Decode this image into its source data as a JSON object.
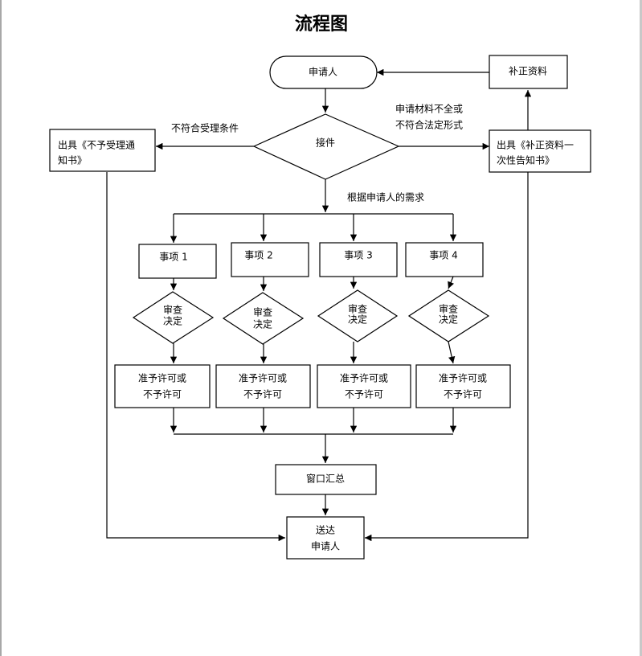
{
  "title": "流程图",
  "nodes": {
    "applicant": "申请人",
    "supplement": "补正资料",
    "accept": "接件",
    "reject_notice": [
      "出具《不予受理通",
      "知书》"
    ],
    "supplement_notice": [
      "出具《补正资料一",
      "次性告知书》"
    ],
    "items": [
      "事项 1",
      "事项 2",
      "事项 3",
      "事项 4"
    ],
    "review": [
      "审查",
      "决定"
    ],
    "permit": [
      "准予许可或",
      "不予许可"
    ],
    "window": "窗口汇总",
    "deliver": [
      "送达",
      "申请人"
    ]
  },
  "edges": {
    "reject_label": "不符合受理条件",
    "incomplete_label": [
      "申请材料不全或",
      "不符合法定形式"
    ],
    "need_label": "根据申请人的需求"
  }
}
